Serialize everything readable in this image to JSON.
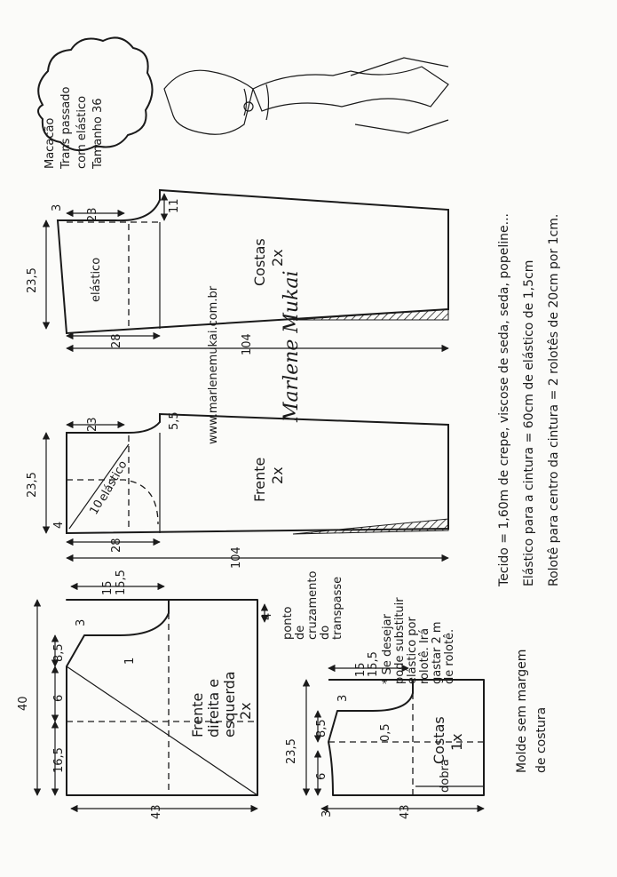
{
  "title_cloud": [
    "Macacão",
    "Trans passado",
    "com elástico",
    "Tamanho 36"
  ],
  "website": "www.marlenemukai.com.br",
  "signature": "Marlene Mukai",
  "back_panel": {
    "label": "Costas",
    "qty": "2x",
    "elastic": "elástico",
    "dims": {
      "top": "3",
      "crotch": "23",
      "side": "11",
      "height": "23,5",
      "hip": "28",
      "length": "104"
    }
  },
  "front_panel": {
    "label": "Frente",
    "qty": "2x",
    "elastic": "elástico",
    "dims": {
      "top": "4",
      "crotch": "23",
      "side": "5,5",
      "height": "23,5",
      "hip": "28",
      "length": "104",
      "diag": "10"
    }
  },
  "front_bodice": {
    "label_lines": [
      "Frente",
      "direita e",
      "esquerda",
      "2x"
    ],
    "dims": {
      "width": "15",
      "width2": "15,5",
      "shoulder": "3",
      "neck": "8,5",
      "armhole": "6",
      "lower": "16,5",
      "height": "40",
      "base": "43",
      "curve": "1",
      "point": "4"
    },
    "point_note": [
      "ponto",
      "de",
      "cruzamento",
      "do",
      "transpasse"
    ]
  },
  "back_bodice": {
    "label": "Costas",
    "qty": "1x",
    "dims": {
      "width": "15",
      "width2": "15,5",
      "shoulder": "3",
      "neck": "8,5",
      "armhole": "6",
      "height": "23,5",
      "base": "43",
      "curve": "0,5",
      "fold_w": "3"
    },
    "fold": "dobra"
  },
  "elastic_note": [
    "* Se desejar",
    "pode substituir",
    "elástico por",
    "rolotê. Irá",
    "gastar 2 m",
    "de rolotê."
  ],
  "seam_note": [
    "Molde sem margem",
    "de costura"
  ],
  "materials": [
    "Tecido = 1,60m de crepe, viscose de seda, seda, popeline...",
    "Elástico para a cintura = 60cm de elástico de 1,5cm",
    "Rolotê para centro da cintura = 2 rolotês de 20cm por 1cm."
  ]
}
